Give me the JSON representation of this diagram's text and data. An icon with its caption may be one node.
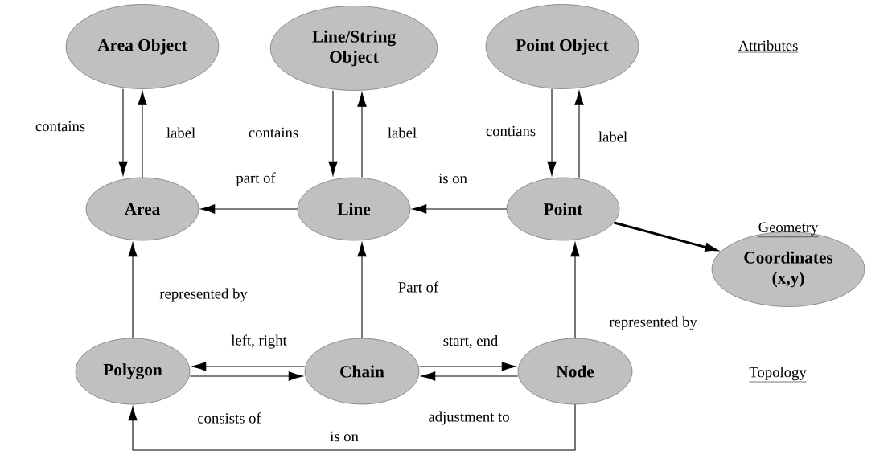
{
  "diagram": {
    "nodes": [
      {
        "text": [
          "Area Object"
        ]
      },
      {
        "text": [
          "Line/String Object"
        ]
      },
      {
        "text": [
          "Point Object"
        ]
      },
      {
        "text": [
          "Area"
        ]
      },
      {
        "text": [
          "Line"
        ]
      },
      {
        "text": [
          "Point"
        ]
      },
      {
        "text": [
          "Coordinates (x,y)"
        ]
      },
      {
        "text": [
          "Polygon"
        ]
      },
      {
        "text": [
          "Chain"
        ]
      },
      {
        "text": [
          "Node"
        ]
      }
    ],
    "edges": [
      {
        "from": 0,
        "to": 3,
        "arrow": "to",
        "label": "contains"
      },
      {
        "from": 3,
        "to": 0,
        "arrow": "to",
        "label": "label"
      },
      {
        "from": 1,
        "to": 4,
        "arrow": "to",
        "label": "contains"
      },
      {
        "from": 4,
        "to": 1,
        "arrow": "to",
        "label": "label"
      },
      {
        "from": 2,
        "to": 5,
        "arrow": "to",
        "label": "contians"
      },
      {
        "from": 5,
        "to": 2,
        "arrow": "to",
        "label": "label"
      },
      {
        "from": 4,
        "to": 3,
        "arrow": "to",
        "label": "part of"
      },
      {
        "from": 5,
        "to": 4,
        "arrow": "to",
        "label": "is on"
      },
      {
        "from": 5,
        "to": 6,
        "arrow": "to",
        "style": "thick"
      },
      {
        "from": 7,
        "to": 3,
        "arrow": "to",
        "label": "represented by"
      },
      {
        "from": 8,
        "to": 4,
        "arrow": "to",
        "label": "Part of"
      },
      {
        "from": 9,
        "to": 5,
        "arrow": "to",
        "label": "represented by"
      },
      {
        "from": 8,
        "to": 7,
        "arrow": "to",
        "label": "left, right"
      },
      {
        "from": 7,
        "to": 8,
        "arrow": "to",
        "label": "consists of"
      },
      {
        "from": 8,
        "to": 9,
        "arrow": "to",
        "label": "start, end"
      },
      {
        "from": 9,
        "to": 8,
        "arrow": "to",
        "label": "adjustment to"
      },
      {
        "from": 9,
        "to": 7,
        "arrow": "to",
        "label": "is on"
      }
    ],
    "labels": [
      "Attributes",
      "Geometry",
      "Topology"
    ]
  }
}
